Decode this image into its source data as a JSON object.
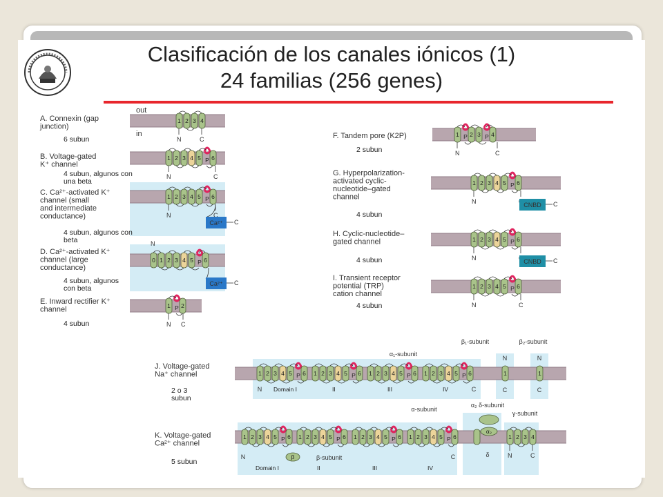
{
  "slide": {
    "title_line1": "Clasificación de los canales iónicos (1)",
    "title_line2": "24 familias (256 genes)"
  },
  "labels": {
    "out": "out",
    "in": "in",
    "N": "N",
    "C": "C",
    "P": "P",
    "ca_badge": "Ca²⁺",
    "cnbd": "CNBD",
    "beta": "β"
  },
  "families": [
    {
      "id": "A",
      "lines": [
        "A. Connexin (gap",
        "junction)"
      ],
      "note": [
        "6 subun"
      ],
      "segments": [
        "1",
        "2",
        "3",
        "4"
      ]
    },
    {
      "id": "B",
      "lines": [
        "B. Voltage-gated",
        "K⁺ channel"
      ],
      "note": [
        "4 subun, algunos con",
        "una beta"
      ],
      "segments": [
        "1",
        "2",
        "3",
        "4",
        "5",
        "P",
        "6"
      ]
    },
    {
      "id": "C",
      "lines": [
        "C. Ca²⁺-activated K⁺",
        "channel (small",
        "and intermediate",
        "conductance)"
      ],
      "note": [
        "4 subun, algunos con",
        "beta"
      ],
      "segments": [
        "1",
        "2",
        "3",
        "4",
        "5",
        "P",
        "6"
      ]
    },
    {
      "id": "D",
      "lines": [
        "D. Ca²⁺-activated K⁺",
        "channel (large",
        "conductance)"
      ],
      "note": [
        "4 subun, algunos",
        "con beta"
      ],
      "segments": [
        "0",
        "1",
        "2",
        "3",
        "4",
        "5",
        "P",
        "6"
      ]
    },
    {
      "id": "E",
      "lines": [
        "E. Inward rectifier K⁺",
        "channel"
      ],
      "note": [
        "4 subun"
      ],
      "segments": [
        "1",
        "P",
        "2"
      ]
    },
    {
      "id": "F",
      "lines": [
        "F. Tandem pore (K2P)"
      ],
      "note": [
        "2 subun"
      ],
      "segments": [
        "1",
        "P",
        "2",
        "3",
        "P",
        "4"
      ]
    },
    {
      "id": "G",
      "lines": [
        "G. Hyperpolarization-",
        "activated cyclic-",
        "nucleotide–gated",
        "channel"
      ],
      "note": [
        "4 subun"
      ],
      "segments": [
        "1",
        "2",
        "3",
        "4",
        "5",
        "P",
        "6"
      ]
    },
    {
      "id": "H",
      "lines": [
        "H. Cyclic-nucleotide–",
        "gated channel"
      ],
      "note": [
        "4 subun"
      ],
      "segments": [
        "1",
        "2",
        "3",
        "4",
        "5",
        "P",
        "6"
      ]
    },
    {
      "id": "I",
      "lines": [
        "I. Transient receptor",
        "potential (TRP)",
        "cation channel"
      ],
      "note": [
        "4 subun"
      ],
      "segments": [
        "1",
        "2",
        "3",
        "4",
        "5",
        "P",
        "6"
      ]
    },
    {
      "id": "J",
      "lines": [
        "J. Voltage-gated",
        "Na⁺ channel"
      ],
      "note": [
        "2 o 3",
        "subun"
      ],
      "segments": [
        "1",
        "2",
        "3",
        "4",
        "5",
        "P",
        "6"
      ]
    },
    {
      "id": "K",
      "lines": [
        "K. Voltage-gated",
        "Ca²⁺ channel"
      ],
      "note": [
        "5 subun"
      ],
      "segments": [
        "1",
        "2",
        "3",
        "4",
        "5",
        "P",
        "6"
      ]
    }
  ],
  "na_channel": {
    "alpha": "α₁-subunit",
    "beta1": "β₁-subunit",
    "beta2": "β₂-subunit",
    "domains": [
      "Domain I",
      "II",
      "III",
      "IV"
    ]
  },
  "ca_channel": {
    "alpha": "α-subunit",
    "alpha2delta": "α₂ δ-subunit",
    "alpha2": "α₂",
    "delta": "δ",
    "gamma": "γ-subunit",
    "beta_sub": "β-subunit",
    "domains": [
      "Domain I",
      "II",
      "III",
      "IV"
    ]
  },
  "colors": {
    "membrane": "#b8a6ae",
    "helix": "#a9c38a",
    "voltage_sensor": "#ecd49a",
    "pore": "#e0245e",
    "blue_box": "#2a78c8",
    "cnbd_box": "#1f8fa6",
    "cytosol_shade": "#d4ecf5",
    "title_rule": "#e8262c"
  }
}
